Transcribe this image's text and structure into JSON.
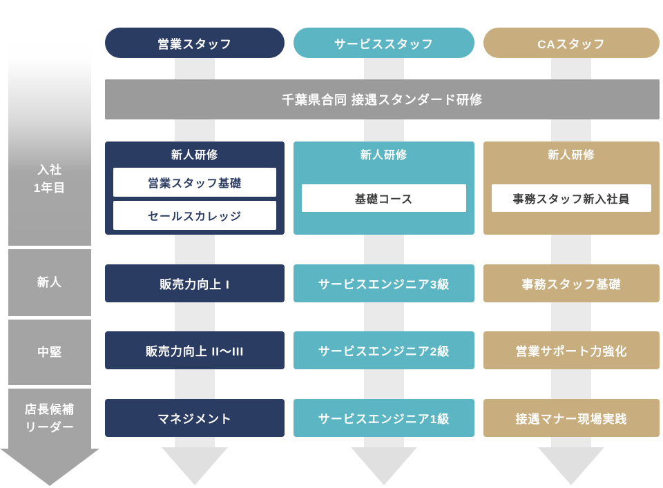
{
  "banner": {
    "label": "千葉県合同 接遇スタンダード研修"
  },
  "axis": {
    "stages": [
      {
        "lines": [
          "入社",
          "1年目"
        ]
      },
      {
        "lines": [
          "新人"
        ]
      },
      {
        "lines": [
          "中堅"
        ]
      },
      {
        "lines": [
          "店長候補",
          "リーダー"
        ]
      }
    ]
  },
  "columns": [
    {
      "header": "営業スタッフ",
      "accent": "#2b3c63",
      "rookie": {
        "title": "新人研修",
        "courses": [
          "営業スタッフ基礎",
          "セールスカレッジ"
        ]
      },
      "levels": [
        "販売力向上 I",
        "販売力向上 II〜III",
        "マネジメント"
      ]
    },
    {
      "header": "サービススタッフ",
      "accent": "#5cb5c2",
      "rookie": {
        "title": "新人研修",
        "courses": [
          "基礎コース"
        ]
      },
      "levels": [
        "サービスエンジニア3級",
        "サービスエンジニア2級",
        "サービスエンジニア1級"
      ]
    },
    {
      "header": "CAスタッフ",
      "accent": "#c8ae7e",
      "rookie": {
        "title": "新人研修",
        "courses": [
          "事務スタッフ新入社員"
        ]
      },
      "levels": [
        "事務スタッフ基礎",
        "営業サポート力強化",
        "接遇マナー現場実践"
      ]
    }
  ],
  "colors": {
    "navy": "#2b3c63",
    "teal": "#5cb5c2",
    "tan": "#c8ae7e",
    "banner_gray": "#9b9b9b",
    "axis_gray": "#a4a4a4",
    "flow_band": "#eaeaea",
    "flow_arrowhead": "#e0e0e0"
  }
}
